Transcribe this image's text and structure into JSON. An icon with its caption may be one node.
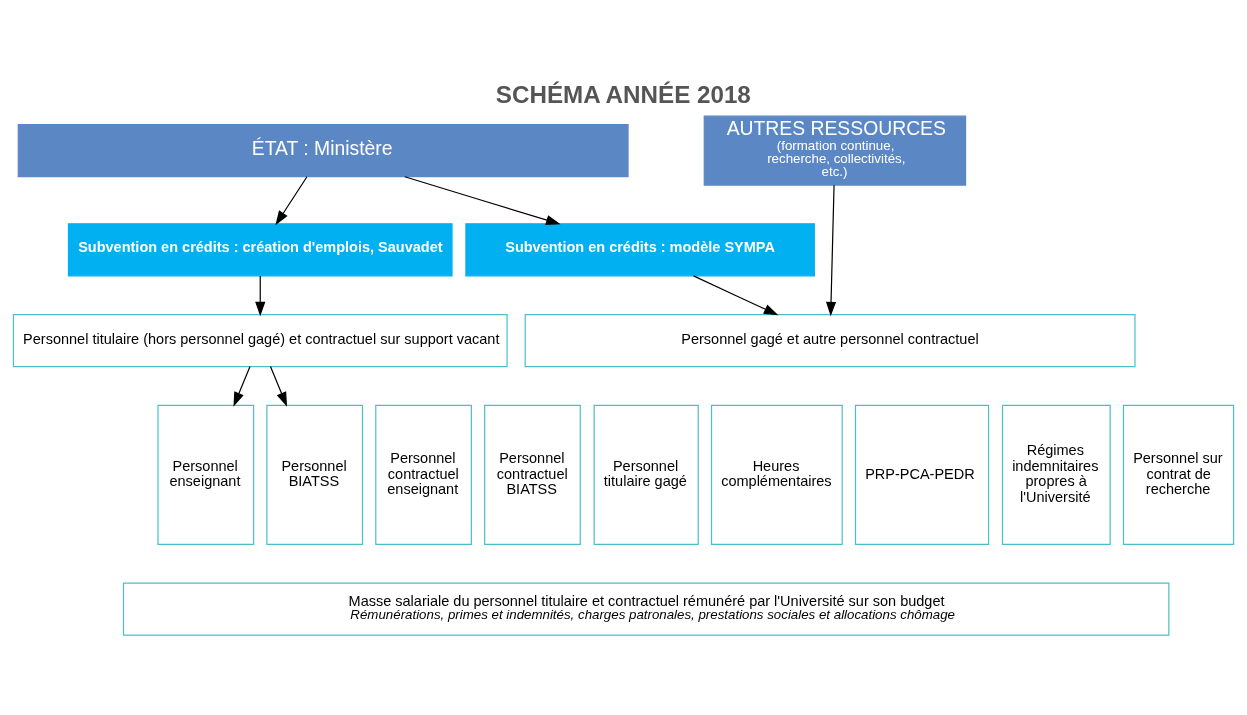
{
  "diagram": {
    "title": "SCHÉMA ANNÉE 2018",
    "nodes": [
      {
        "text": [
          "ÉTAT : Ministère"
        ]
      },
      {
        "text": [
          "AUTRES RESSOURCES",
          "(formation continue, recherche, collectivités, etc.)"
        ]
      },
      {
        "text": [
          "Subvention en crédits : création d'emplois, Sauvadet"
        ]
      },
      {
        "text": [
          "Subvention en crédits : modèle SYMPA"
        ]
      },
      {
        "text": [
          "Personnel titulaire (hors personnel gagé) et contractuel sur support vacant"
        ]
      },
      {
        "text": [
          "Personnel gagé et autre personnel contractuel"
        ]
      },
      {
        "text": [
          "Personnel enseignant"
        ]
      },
      {
        "text": [
          "Personnel BIATSS"
        ]
      },
      {
        "text": [
          "Personnel contractuel enseignant"
        ]
      },
      {
        "text": [
          "Personnel contractuel BIATSS"
        ]
      },
      {
        "text": [
          "Personnel titulaire gagé"
        ]
      },
      {
        "text": [
          "Heures complémentaires"
        ]
      },
      {
        "text": [
          "PRP-PCA-PEDR"
        ]
      },
      {
        "text": [
          "Régimes indemnitaires propres à l'Université"
        ]
      },
      {
        "text": [
          "Personnel sur contrat de recherche"
        ]
      },
      {
        "text": [
          "Masse salariale du personnel titulaire et contractuel rémunéré par l'Université sur son budget",
          "Rémunérations, primes et indemnités, charges patronales, prestations sociales et allocations chômage"
        ]
      }
    ],
    "edges": [
      {
        "from": 0,
        "to": 2,
        "arrow": "to"
      },
      {
        "from": 0,
        "to": 3,
        "arrow": "to"
      },
      {
        "from": 2,
        "to": 4,
        "arrow": "to"
      },
      {
        "from": 3,
        "to": 5,
        "arrow": "to"
      },
      {
        "from": 1,
        "to": 5,
        "arrow": "to"
      },
      {
        "from": 4,
        "to": 6,
        "arrow": "to"
      },
      {
        "from": 4,
        "to": 7,
        "arrow": "to"
      }
    ]
  }
}
